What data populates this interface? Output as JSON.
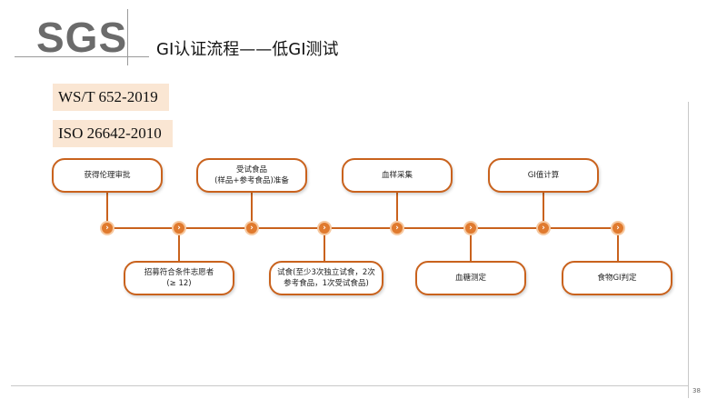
{
  "header": {
    "logo": "SGS",
    "title": "GI认证流程——低GI测试"
  },
  "standards": [
    "WS/T 652-2019",
    "ISO 26642-2010"
  ],
  "steps_top": [
    "获得伦理审批",
    "受试食品\n(样品+参考食品)准备",
    "血样采集",
    "GI值计算"
  ],
  "steps_bottom": [
    "招募符合条件志愿者\n(≥ 12)",
    "试食(至少3次独立试食，2次\n参考食品，1次受试食品)",
    "血糖测定",
    "食物GI判定"
  ],
  "node_glyph": "›",
  "page_number": "38",
  "colors": {
    "accent": "#c9621d",
    "node": "#e07a2e",
    "badge_bg": "#fae6d3"
  }
}
